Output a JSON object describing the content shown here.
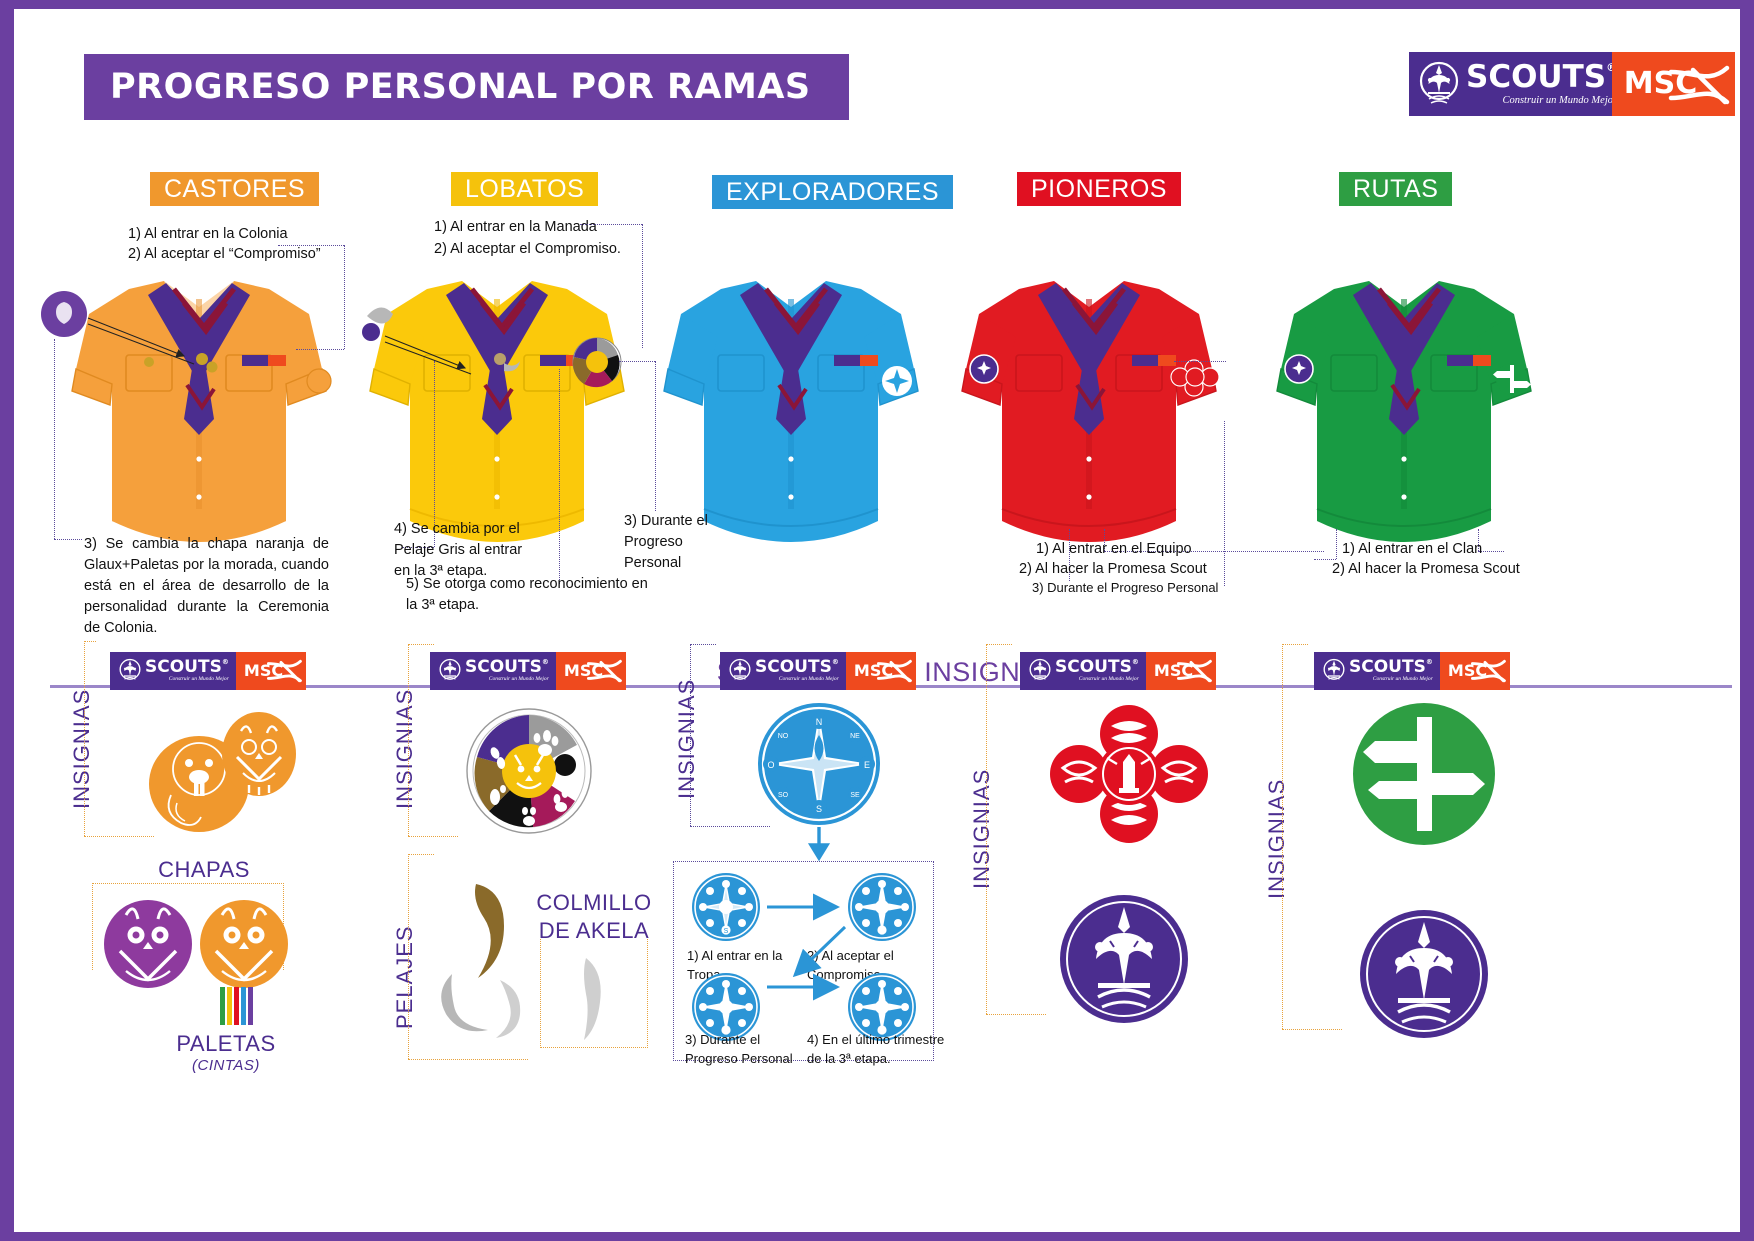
{
  "page": {
    "title": "PROGRESO PERSONAL POR RAMAS",
    "section_title": "SIMBOLOGÍA E INSIGNIAS",
    "border_color": "#6b3fa0",
    "title_bar_color": "#6b3fa0"
  },
  "logo": {
    "scouts_word": "SCOUTS",
    "scouts_registered": "®",
    "scouts_tagline": "Construir un Mundo Mejor",
    "msc_word": "MSC",
    "scouts_bg": "#4b2d8f",
    "msc_bg": "#ef4a1e"
  },
  "branches": [
    {
      "id": "castores",
      "label": "CASTORES",
      "color": "#f0982d",
      "shirt_color": "#f5a03c",
      "shirt_shade": "#e8902c",
      "top_notes": [
        "1) Al entrar en la Colonia",
        "2) Al aceptar el “Compromiso”"
      ],
      "bottom_notes": [
        "3) Se cambia la chapa naranja de Glaux+Paletas por la morada, cuando está en el área de desarrollo de la personalidad durante la Ceremonia de Colonia."
      ],
      "insignias_label": "INSIGNIAS",
      "extra_labels": [
        {
          "text": "CHAPAS"
        },
        {
          "text": "PALETAS"
        },
        {
          "text": "(CINTAS)"
        }
      ]
    },
    {
      "id": "lobatos",
      "label": "LOBATOS",
      "color": "#f5c20c",
      "shirt_color": "#fbc90b",
      "shirt_shade": "#eeb900",
      "top_notes": [
        "1) Al entrar en la Manada",
        "2) Al aceptar el Compromiso."
      ],
      "bottom_notes": [
        "4) Se cambia por el Pelaje Gris al entrar en la 3ª etapa.",
        "5) Se otorga como reconocimiento en la 3ª etapa.",
        "3) Durante el Progreso Personal"
      ],
      "insignias_label": "INSIGNIAS",
      "extra_labels": [
        {
          "text": "PELAJES"
        },
        {
          "text": "COLMILLO DE AKELA"
        }
      ]
    },
    {
      "id": "exploradores",
      "label": "EXPLORADORES",
      "color": "#2b95d6",
      "shirt_color": "#29a3e0",
      "shirt_shade": "#1f93ce",
      "top_notes": [],
      "bottom_notes": [],
      "insignias_label": "INSIGNIAS",
      "compass_steps": [
        "1) Al entrar en la Tropa",
        "2) Al aceptar el Compromiso",
        "3) Durante el Progreso Personal",
        "4) En el último trimestre de la 3ª etapa."
      ],
      "compass_points": [
        "N",
        "NE",
        "E",
        "SE",
        "S",
        "SO",
        "O",
        "NO"
      ]
    },
    {
      "id": "pioneros",
      "label": "PIONEROS",
      "color": "#e01021",
      "shirt_color": "#e11b22",
      "shirt_shade": "#c9151c",
      "top_notes": [],
      "bottom_notes": [
        "1) Al entrar en el Equipo",
        "2) Al hacer la Promesa Scout",
        "3) Durante el Progreso Personal"
      ],
      "insignias_label": "INSIGNIAS",
      "extra_labels": []
    },
    {
      "id": "rutas",
      "label": "RUTAS",
      "color": "#2e9e43",
      "shirt_color": "#189b43",
      "shirt_shade": "#138a3b",
      "top_notes": [],
      "bottom_notes": [
        "1) Al entrar en el Clan",
        "2) Al hacer la Promesa Scout"
      ],
      "insignias_label": "INSIGNIAS",
      "extra_labels": []
    }
  ],
  "palette": {
    "purple": "#6b3fa0",
    "deep_purple": "#4b2d8f",
    "orange": "#f0982d",
    "yellow": "#f5c20c",
    "blue": "#2b95d6",
    "red": "#e01021",
    "green": "#2e9e43",
    "gray": "#9b9b9b",
    "brown": "#8a6a2a",
    "magenta": "#a51a5a",
    "neckerchief_purple": "#4b2d8f",
    "neckerchief_red": "#b3123c",
    "dotted_purple": "#5b4b9b",
    "dotted_orange": "#e8a33d"
  }
}
